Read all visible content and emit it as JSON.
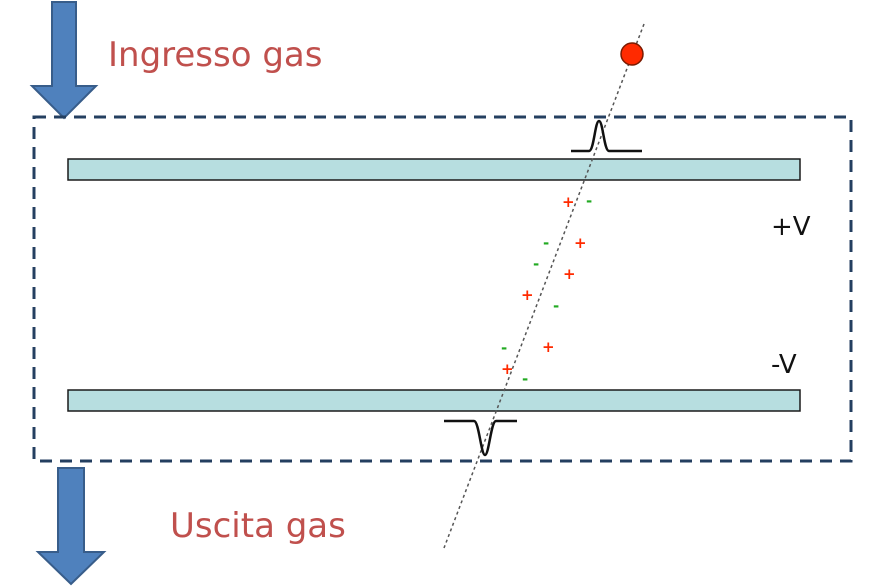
{
  "labels": {
    "gas_in": "Ingresso gas",
    "gas_out": "Uscita gas",
    "positive_voltage": "+V",
    "negative_voltage": "-V"
  },
  "charges": {
    "plus": "+",
    "minus": "-"
  },
  "colors": {
    "arrow_fill": "#4f81bd",
    "arrow_stroke": "#385d8a",
    "plate_fill": "#b7dee0",
    "chamber_border": "#243f60",
    "particle": "#ff2a00",
    "label_text": "#c0504d",
    "positive_charge": "#ff2a00",
    "negative_charge": "#22aa22"
  }
}
